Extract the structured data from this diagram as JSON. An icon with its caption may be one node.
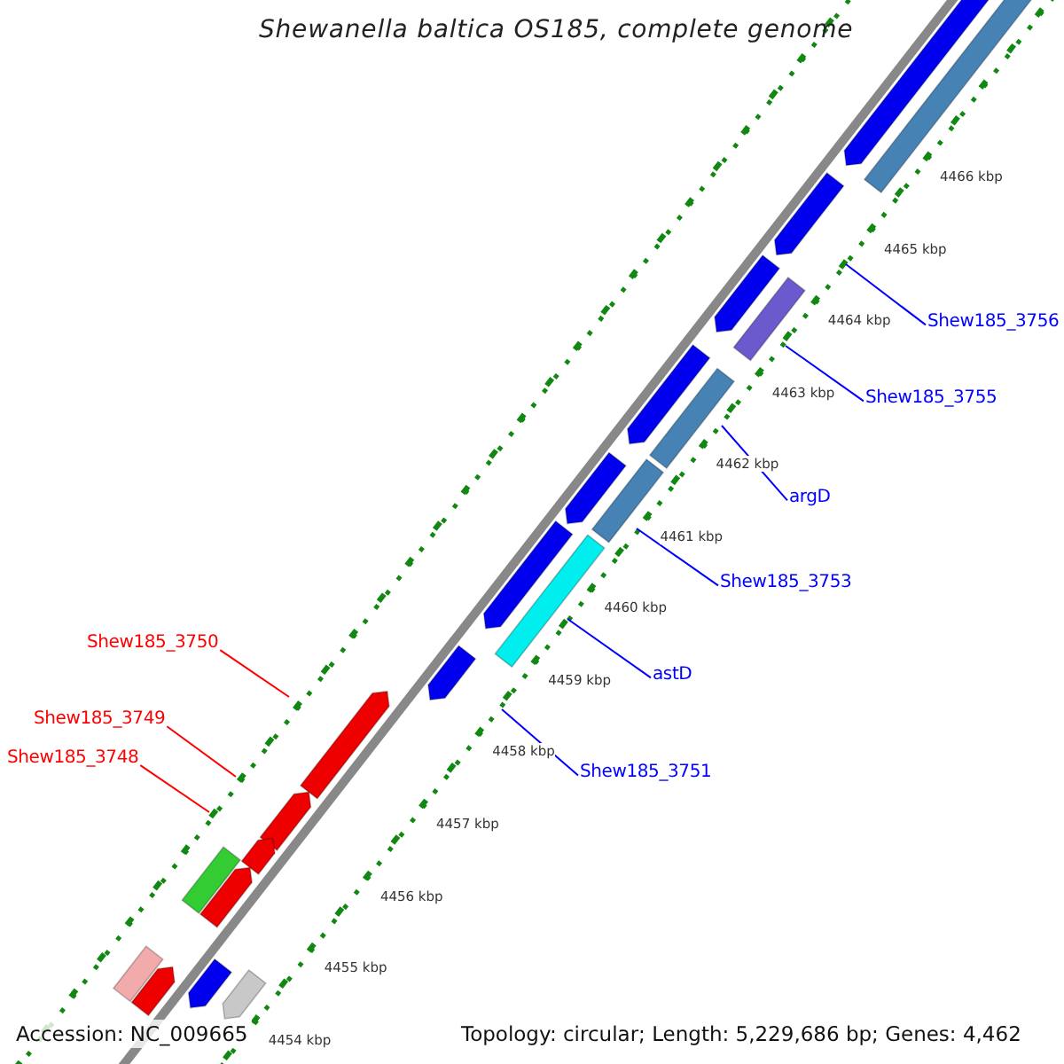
{
  "diagram": {
    "title": "Shewanella baltica OS185, complete genome",
    "nodes": [
      {
        "text": [
          "Shew185_3756"
        ]
      },
      {
        "text": [
          "Shew185_3755"
        ]
      },
      {
        "text": [
          "argD"
        ]
      },
      {
        "text": [
          "Shew185_3753"
        ]
      },
      {
        "text": [
          "Shew185_3750"
        ]
      },
      {
        "text": [
          "astD"
        ]
      },
      {
        "text": [
          "Shew185_3749"
        ]
      },
      {
        "text": [
          "Shew185_3748"
        ]
      },
      {
        "text": [
          "Shew185_3751"
        ]
      }
    ],
    "edges": [
      {
        "from": 0,
        "to": null,
        "arrow": "none"
      },
      {
        "from": 1,
        "to": null,
        "arrow": "none"
      },
      {
        "from": 2,
        "to": null,
        "arrow": "none"
      },
      {
        "from": 3,
        "to": null,
        "arrow": "none"
      },
      {
        "from": 4,
        "to": null,
        "arrow": "none",
        "color": "#ff0000"
      },
      {
        "from": 5,
        "to": null,
        "arrow": "none"
      },
      {
        "from": 6,
        "to": null,
        "arrow": "none",
        "color": "#ff0000"
      },
      {
        "from": 7,
        "to": null,
        "arrow": "none",
        "color": "#ff0000"
      },
      {
        "from": 8,
        "to": null,
        "arrow": "none"
      }
    ],
    "labels": [
      "4466 kbp",
      "4465 kbp",
      "4464 kbp",
      "4463 kbp",
      "4462 kbp",
      "4461 kbp",
      "4460 kbp",
      "4459 kbp",
      "4458 kbp",
      "4457 kbp",
      "4456 kbp",
      "4455 kbp",
      "4454 kbp",
      "Accession: NC_009665",
      "Topology: circular; Length: 5,229,686 bp; Genes: 4,462"
    ]
  }
}
